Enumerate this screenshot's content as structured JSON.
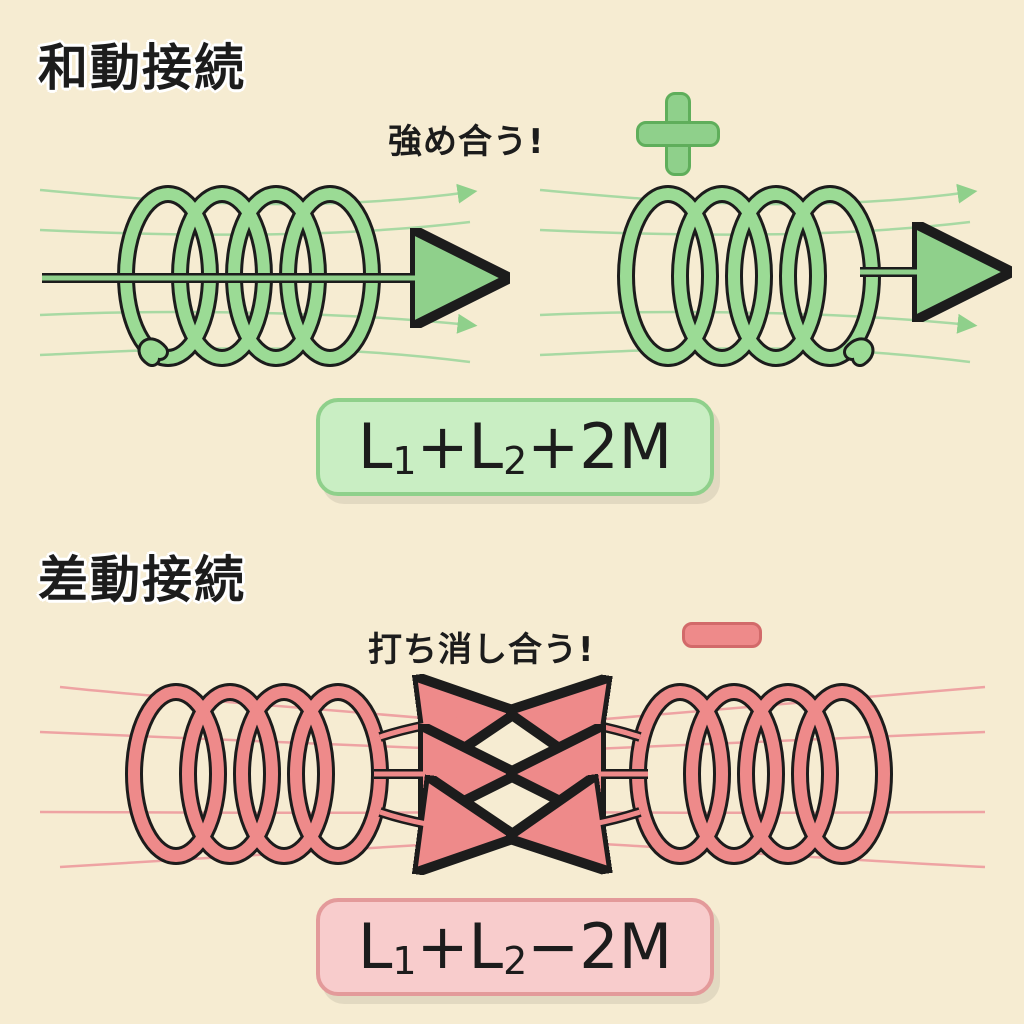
{
  "top": {
    "title": "和動接続",
    "caption": "強め合う!",
    "formula": {
      "l1": "L",
      "s1": "1",
      "op1": "+",
      "l2": "L",
      "s2": "2",
      "tail": "+2M"
    },
    "color": "#8fd08b",
    "outline": "#1c1c1c",
    "badge_icon": "plus-icon"
  },
  "bottom": {
    "title": "差動接続",
    "caption": "打ち消し合う!",
    "formula": {
      "l1": "L",
      "s1": "1",
      "op1": "+",
      "l2": "L",
      "s2": "2",
      "tail": "−2M"
    },
    "color": "#ee8a8a",
    "outline": "#1c1c1c",
    "badge_icon": "minus-icon"
  }
}
